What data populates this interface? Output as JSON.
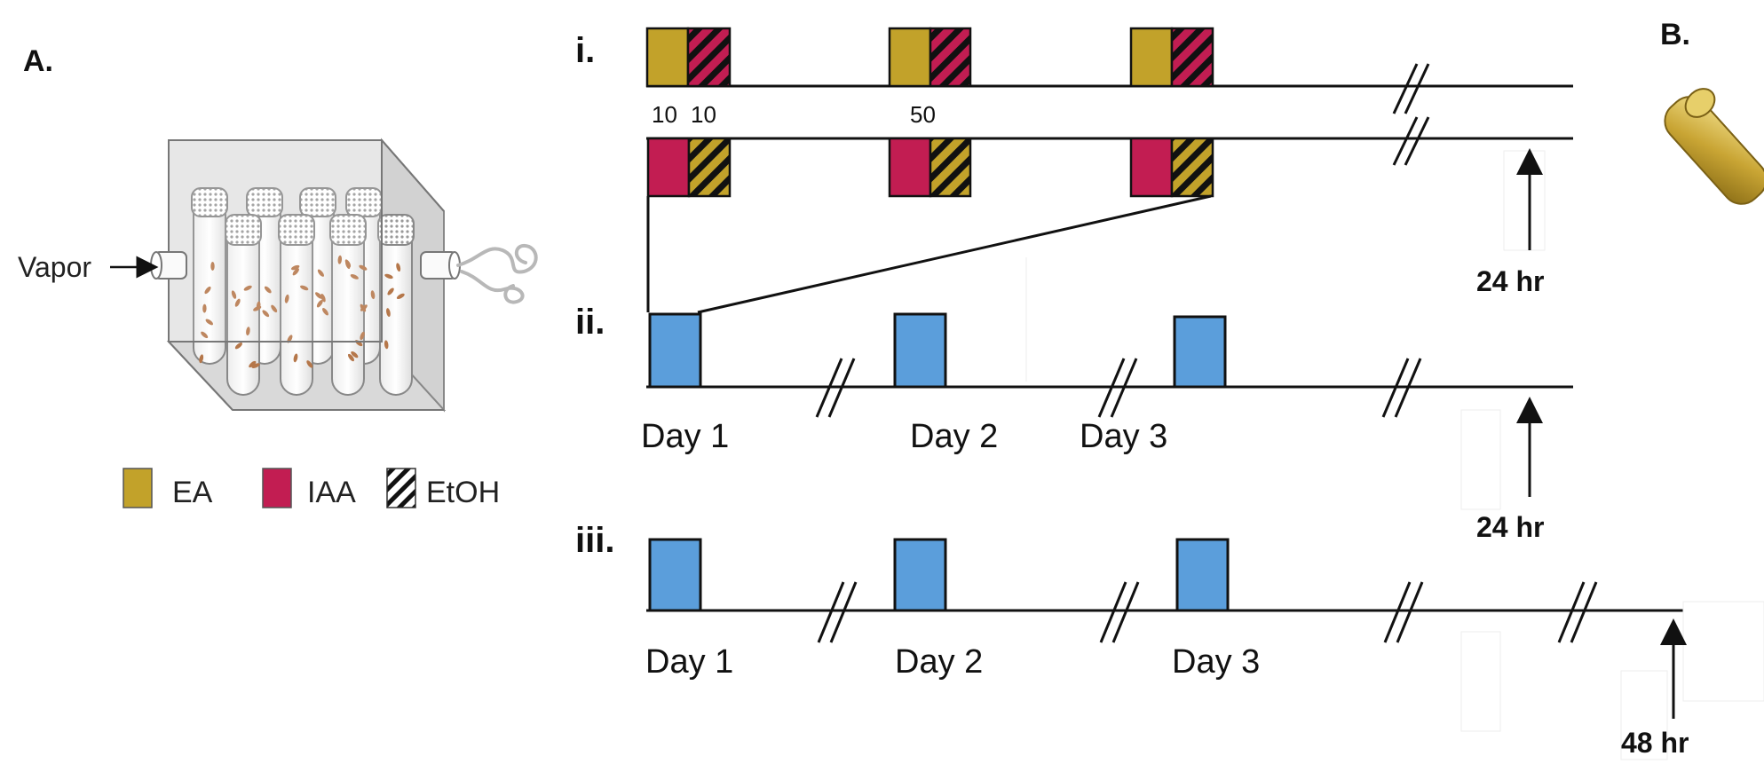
{
  "colors": {
    "ea": "#c2a22a",
    "iaa": "#c21d52",
    "session": "#5b9edb",
    "line": "#111111",
    "fly": "#b5774a"
  },
  "panel_a": {
    "label": "A.",
    "vapor_label": "Vapor",
    "legend": [
      {
        "key": "ea",
        "label": "EA"
      },
      {
        "key": "iaa",
        "label": "IAA"
      },
      {
        "key": "etoh",
        "label": "EtOH"
      }
    ]
  },
  "panel_b": {
    "label": "B."
  },
  "row_i": {
    "label": "i.",
    "doses": [
      "10",
      "10",
      "50"
    ],
    "timer": "24 hr"
  },
  "row_ii": {
    "label": "ii.",
    "days": [
      "Day 1",
      "Day 2",
      "Day 3"
    ],
    "timer": "24 hr"
  },
  "row_iii": {
    "label": "iii.",
    "days": [
      "Day 1",
      "Day 2",
      "Day 3"
    ],
    "timer": "48 hr"
  }
}
